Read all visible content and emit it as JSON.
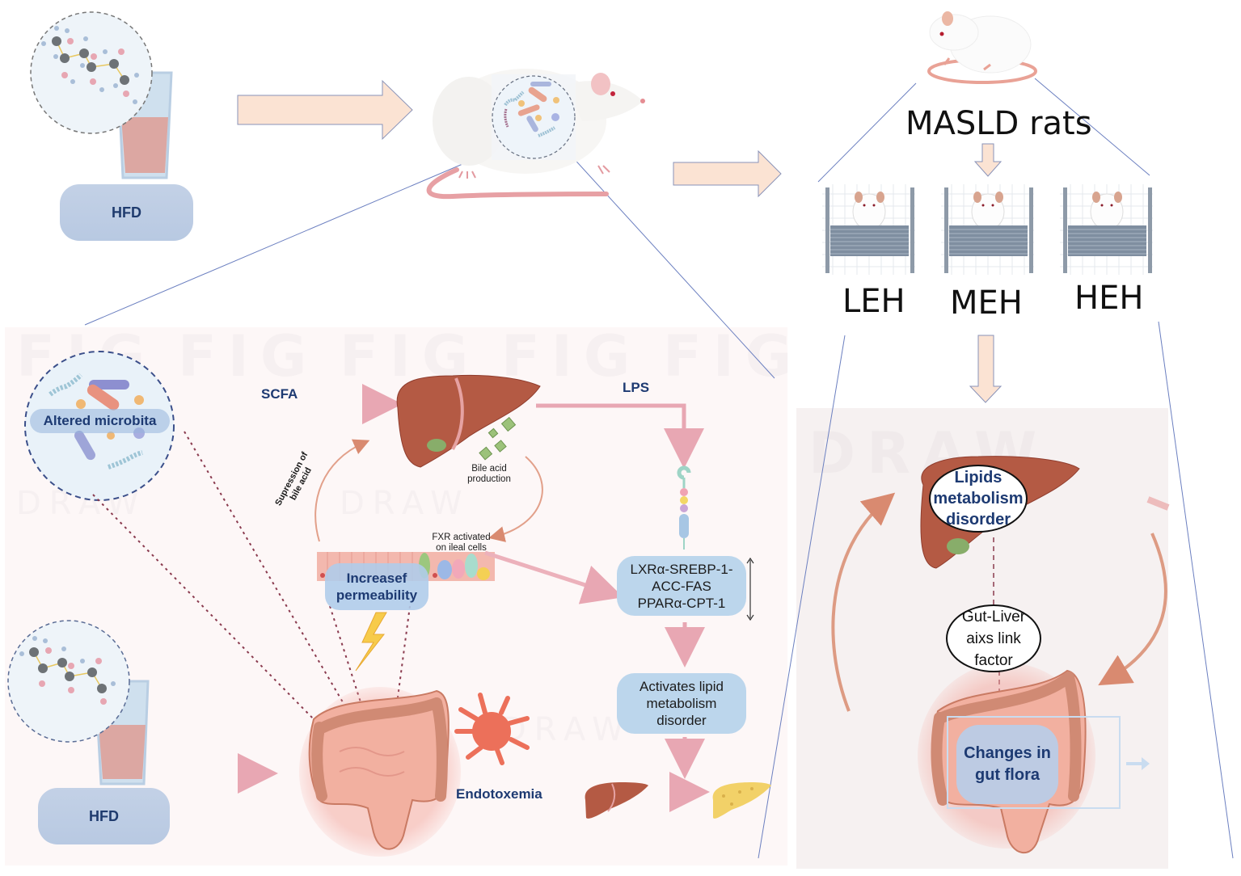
{
  "top_flow": {
    "hfd_label": "HFD",
    "masld_label": "MASLD rats",
    "groups": [
      {
        "label": "LEH"
      },
      {
        "label": "MEH"
      },
      {
        "label": "HEH"
      }
    ]
  },
  "left_panel": {
    "watermark_main": "FIG",
    "watermark_sub": "DRAW",
    "microbiota_label": "Altered microbita",
    "scfa_label": "SCFA",
    "lps_label": "LPS",
    "bile_acid_label": "Bile acid production",
    "suppression_label": "Supression of bile acid",
    "fxr_label": "FXR activated on ileal cells",
    "permeability_label": "Increasef permeability",
    "pathway_lines": [
      "LXRα-SREBP-1-",
      "ACC-FAS",
      "PPARα-CPT-1"
    ],
    "lipid_box_label": "Activates lipid metabolism disorder",
    "endotoxemia_label": "Endotoxemia",
    "hfd_label": "HFD"
  },
  "right_panel": {
    "liver_label": "Lipids metabolism disorder",
    "link_label": "Gut-Liver aixs link factor",
    "gut_label": "Changes in gut flora"
  },
  "colors": {
    "arrow_fill": "#fbe3d3",
    "arrow_stroke": "#8a93b8",
    "pink_arrow": "#e8a7b3",
    "liver": "#b35a44",
    "label_blue": "#1d3a72",
    "pill_blue": "#bcd6ec",
    "hfd_box": "#c0cfe5"
  }
}
